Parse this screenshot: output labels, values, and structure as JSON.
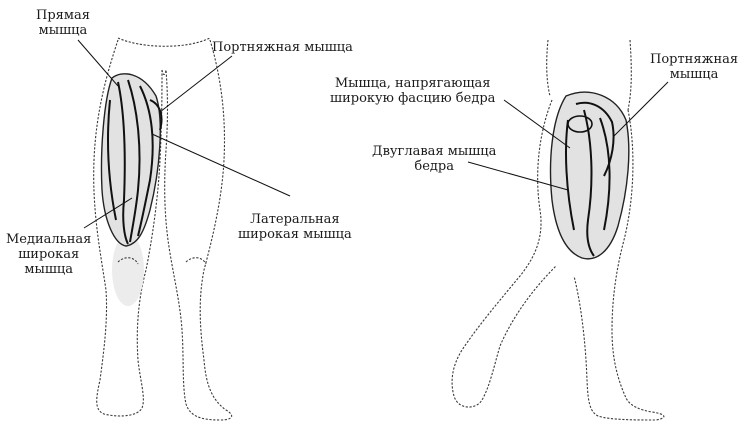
{
  "labels": {
    "rectus": [
      "Прямая",
      "мышца"
    ],
    "sartorius_front": "Портняжная мышца",
    "vastus_lateralis": [
      "Латеральная",
      "широкая мышца"
    ],
    "vastus_medialis": [
      "Медиальная",
      "широкая",
      "мышца"
    ],
    "tensor_fasciae": [
      "Мышца, напрягающая",
      "широкую фасцию бедра"
    ],
    "biceps_femoris": [
      "Двуглавая мышца",
      "бедра"
    ],
    "sartorius_side": [
      "Портняжная",
      "мышца"
    ]
  }
}
